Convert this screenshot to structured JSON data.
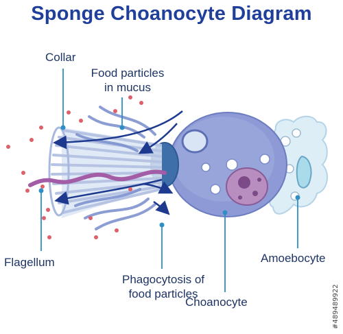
{
  "title": "Sponge Choanocyte Diagram",
  "labels": {
    "collar": "Collar",
    "food_particles_line1": "Food particles",
    "food_particles_line2": "in mucus",
    "flagellum": "Flagellum",
    "phago_line1": "Phagocytosis of",
    "phago_line2": "food particles",
    "choanocyte": "Choanocyte",
    "amoebocyte": "Amoebocyte"
  },
  "stock_id": "#489489922",
  "colors": {
    "title": "#1f3f9a",
    "label_text": "#1e3464",
    "leader_line": "#2d8fc4",
    "cell_body": "#8d9ad6",
    "collar": "#b7c3e3",
    "flagellum": "#a35ca6",
    "arrow": "#1d3a8f",
    "particle": "#e0606a",
    "amoebocyte": "#ddeef7"
  }
}
